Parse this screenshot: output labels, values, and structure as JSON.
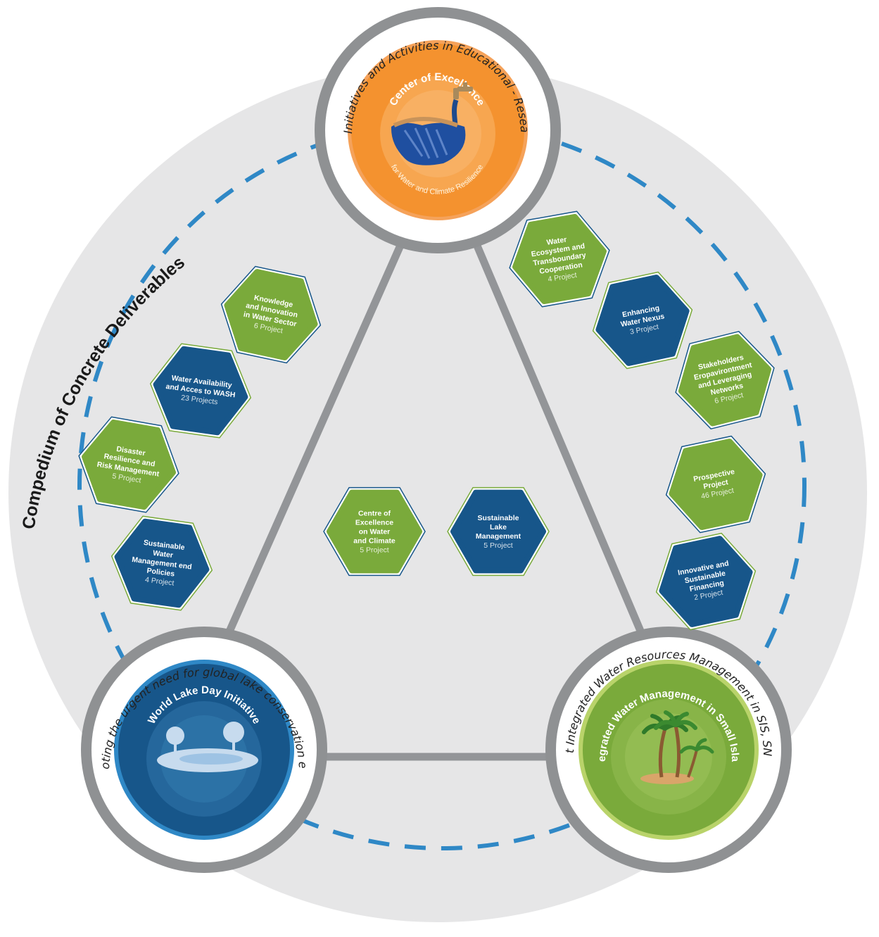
{
  "side_title": "Compedium of Concrete Deliverables",
  "colors": {
    "background_circle": "#e6e6e7",
    "dash_ring": "#2f88c6",
    "triangle": "#939598",
    "green": "#7aaa3b",
    "blue": "#17568a",
    "orange": "#f4922f",
    "gray_ring": "#858789"
  },
  "nodes": {
    "center": {
      "inner_title": "Center of Excellence",
      "ring_text": "Initiatives and Activities in Educational - Research - Innovation - Technology and Data Driven for Global World  - - -",
      "inner_subtitle": "for Water and Climate Resilience",
      "icon": "faucet-leaf-icon"
    },
    "lake": {
      "inner_title": "World Lake Day Initiative",
      "ring_text": "Promoting the urgent need for global lake conservation efforts",
      "icon": "lake-trees-icon"
    },
    "island": {
      "inner_title": "Integrated Water Management in Small Island",
      "ring_text": "Promote and implement Integrated Water Resources Management  in SIS, SNLJ, and Delta Countries",
      "icon": "palm-island-icon"
    }
  },
  "hexagons": [
    {
      "id": "knowledge",
      "color": "green",
      "lines": [
        "Knowledge",
        "and Innovation",
        "in Water Sector"
      ],
      "count": "6 Project"
    },
    {
      "id": "water-availability",
      "color": "blue",
      "lines": [
        "Water Availability",
        "and Acces to WASH"
      ],
      "count": "23 Projects"
    },
    {
      "id": "disaster",
      "color": "green",
      "lines": [
        "Disaster",
        "Resilience and",
        "Risk Management"
      ],
      "count": "5 Project"
    },
    {
      "id": "sustainable-water",
      "color": "blue",
      "lines": [
        "Sustainable",
        "Water",
        "Management end",
        "Policies"
      ],
      "count": "4 Project"
    },
    {
      "id": "centre-excellence",
      "color": "green",
      "lines": [
        "Centre of",
        "Excellence",
        "on Water",
        "and Climate"
      ],
      "count": "5 Project"
    },
    {
      "id": "sustainable-lake",
      "color": "blue",
      "lines": [
        "Sustainable",
        "Lake",
        "Management"
      ],
      "count": "5 Project"
    },
    {
      "id": "ecosystem",
      "color": "green",
      "lines": [
        "Water",
        "Ecosystem and",
        "Transboundary",
        "Cooperation"
      ],
      "count": "4 Project"
    },
    {
      "id": "nexus",
      "color": "blue",
      "lines": [
        "Enhancing",
        "Water Nexus"
      ],
      "count": "3 Project"
    },
    {
      "id": "stakeholders",
      "color": "green",
      "lines": [
        "Stakeholders",
        "Eropavirontment",
        "and Leveraging",
        "Networks"
      ],
      "count": "6 Project"
    },
    {
      "id": "prospective",
      "color": "green",
      "lines": [
        "Prospective",
        "Project"
      ],
      "count": "46 Project"
    },
    {
      "id": "financing",
      "color": "blue",
      "lines": [
        "Innovative and",
        "Sustainable",
        "Financing"
      ],
      "count": "2 Project"
    }
  ]
}
